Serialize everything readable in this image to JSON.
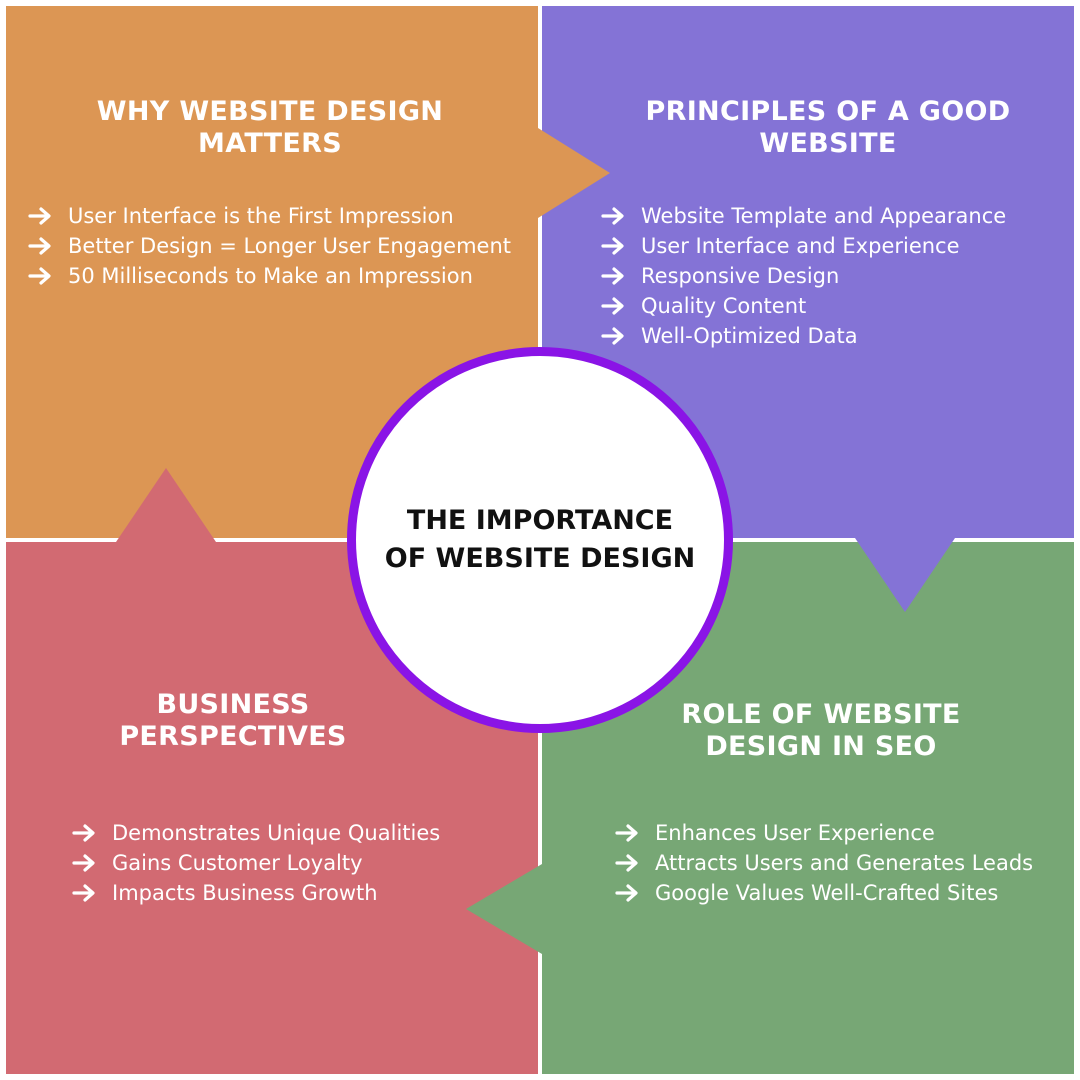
{
  "colors": {
    "orange": "#DC9654",
    "purple": "#8473D6",
    "red": "#D26A72",
    "green": "#77A775",
    "ring": "#8A14E6",
    "text": "#FFFFFF",
    "center_text": "#111111"
  },
  "center": {
    "title_line1": "THE IMPORTANCE",
    "title_line2": "OF WEBSITE DESIGN"
  },
  "sections": {
    "why": {
      "title_line1": "WHY WEBSITE DESIGN",
      "title_line2": "MATTERS",
      "bullet_icon": "arrow-right-icon",
      "items": [
        "User Interface is the First Impression",
        "Better Design = Longer User Engagement",
        "50 Milliseconds to Make an Impression"
      ]
    },
    "principles": {
      "title_line1": "PRINCIPLES OF A GOOD",
      "title_line2": "WEBSITE",
      "bullet_icon": "arrow-right-icon",
      "items": [
        "Website Template and Appearance",
        "User Interface and Experience",
        "Responsive Design",
        "Quality Content",
        "Well-Optimized Data"
      ]
    },
    "business": {
      "title_line1": "BUSINESS",
      "title_line2": "PERSPECTIVES",
      "bullet_icon": "arrow-right-icon",
      "items": [
        "Demonstrates Unique Qualities",
        "Gains Customer Loyalty",
        "Impacts Business Growth"
      ]
    },
    "seo": {
      "title_line1": "ROLE OF WEBSITE",
      "title_line2": "DESIGN IN SEO",
      "bullet_icon": "arrow-right-icon",
      "items": [
        "Enhances User Experience",
        "Attracts Users and Generates Leads",
        "Google Values Well-Crafted Sites"
      ]
    }
  }
}
